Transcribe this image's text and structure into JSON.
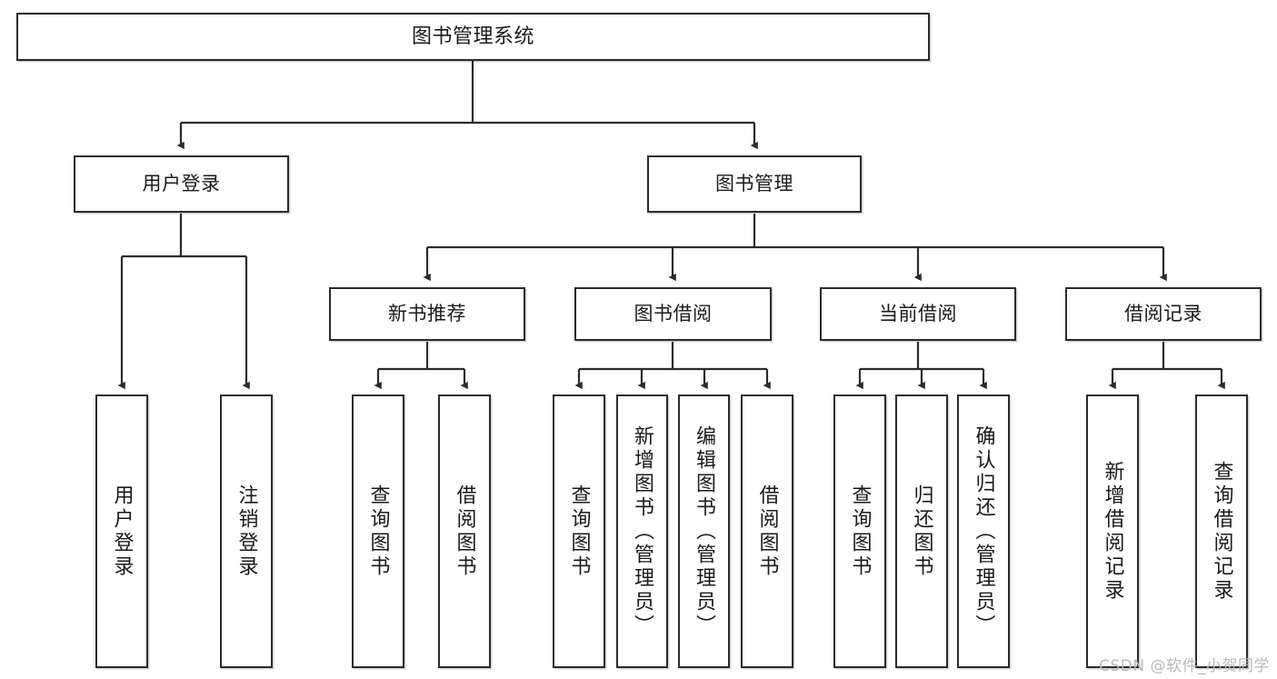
{
  "diagram": {
    "type": "tree-hierarchy",
    "title": "图书管理系统",
    "orientation": "top-down",
    "root": {
      "id": "root",
      "label": "图书管理系统"
    },
    "level2": [
      {
        "id": "user-login",
        "label": "用户登录"
      },
      {
        "id": "book-management",
        "label": "图书管理"
      }
    ],
    "level3": [
      {
        "id": "new-book-recommend",
        "label": "新书推荐",
        "parent": "book-management"
      },
      {
        "id": "book-borrow",
        "label": "图书借阅",
        "parent": "book-management"
      },
      {
        "id": "current-borrow",
        "label": "当前借阅",
        "parent": "book-management"
      },
      {
        "id": "borrow-record",
        "label": "借阅记录",
        "parent": "book-management"
      }
    ],
    "leaves": [
      {
        "id": "leaf-user-login",
        "label": "用户登录",
        "parent": "user-login"
      },
      {
        "id": "leaf-logout-login",
        "label": "注销登录",
        "parent": "user-login"
      },
      {
        "id": "leaf-query-book-1",
        "label": "查询图书",
        "parent": "new-book-recommend"
      },
      {
        "id": "leaf-borrow-book-1",
        "label": "借阅图书",
        "parent": "new-book-recommend"
      },
      {
        "id": "leaf-query-book-2",
        "label": "查询图书",
        "parent": "book-borrow"
      },
      {
        "id": "leaf-add-book",
        "label": "新增图书（管理员）",
        "parent": "book-borrow"
      },
      {
        "id": "leaf-edit-book",
        "label": "编辑图书（管理员）",
        "parent": "book-borrow"
      },
      {
        "id": "leaf-borrow-book-2",
        "label": "借阅图书",
        "parent": "book-borrow"
      },
      {
        "id": "leaf-query-book-3",
        "label": "查询图书",
        "parent": "current-borrow"
      },
      {
        "id": "leaf-return-book",
        "label": "归还图书",
        "parent": "current-borrow"
      },
      {
        "id": "leaf-confirm-return",
        "label": "确认归还（管理员）",
        "parent": "current-borrow"
      },
      {
        "id": "leaf-add-record",
        "label": "新增借阅记录",
        "parent": "borrow-record"
      },
      {
        "id": "leaf-query-record",
        "label": "查询借阅记录",
        "parent": "borrow-record"
      }
    ],
    "watermark": "CSDN @软件_小贺同学",
    "colors": {
      "stroke": "#2b2b2b",
      "fill": "#ffffff",
      "text": "#1a1a1a",
      "watermark": "#b9b9b9"
    }
  }
}
